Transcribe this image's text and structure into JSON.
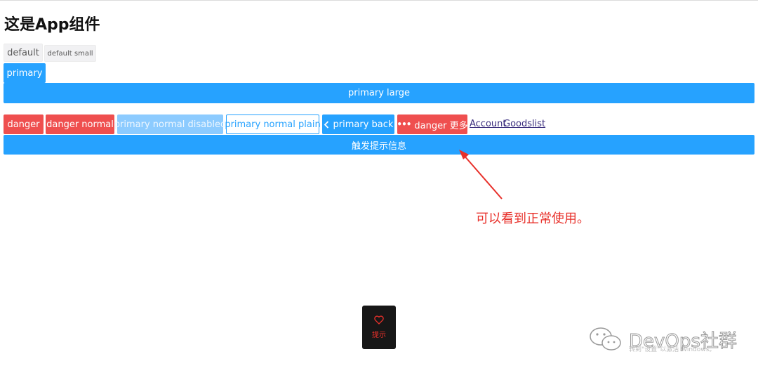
{
  "page": {
    "title": "这是App组件"
  },
  "buttons": {
    "default": "default",
    "default_small": "default small",
    "primary": "primary",
    "primary_large": "primary large",
    "danger": "danger",
    "danger_normal": "danger normal",
    "primary_normal_disabled": "primary normal disabled",
    "primary_normal_plain": "primary normal plain",
    "primary_back": "primary back",
    "danger_more": "danger 更多",
    "trigger_toast": "触发提示信息"
  },
  "links": {
    "account": "Account",
    "goodslist": "Goodslist"
  },
  "annotation": {
    "text": "可以看到正常使用。",
    "color": "#e8302a"
  },
  "toast": {
    "icon": "heart-icon",
    "text": "提示"
  },
  "watermark": {
    "text": "DevOps社群",
    "sub": "转到\"设置\"以激活 Windows。"
  },
  "colors": {
    "primary": "#26a2ff",
    "danger": "#ef4f4f",
    "disabled": "#8ccbff"
  }
}
